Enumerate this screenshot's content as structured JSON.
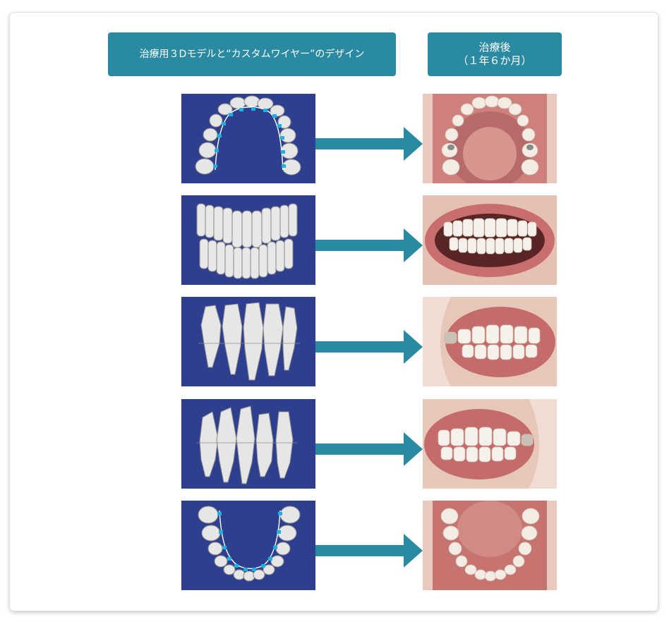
{
  "header": {
    "left_title": "治療用３Dモデルと“カスタムワイヤー”のデザイン",
    "right_title_line1": "治療後",
    "right_title_line2": "（１年６か月）"
  },
  "rows": [
    {
      "model_view": "upper-occlusal-3d-model",
      "photo_view": "upper-occlusal-photo"
    },
    {
      "model_view": "frontal-3d-model",
      "photo_view": "frontal-photo"
    },
    {
      "model_view": "right-lateral-3d-model",
      "photo_view": "right-lateral-photo"
    },
    {
      "model_view": "left-lateral-3d-model",
      "photo_view": "left-lateral-photo"
    },
    {
      "model_view": "lower-occlusal-3d-model",
      "photo_view": "lower-occlusal-photo"
    }
  ],
  "colors": {
    "header_bg": "#2a8aa2",
    "arrow": "#2a8aa2",
    "model_bg": "#2f3f90",
    "wire_bracket": "#1ab0e0",
    "gum": "#c96e6e"
  }
}
